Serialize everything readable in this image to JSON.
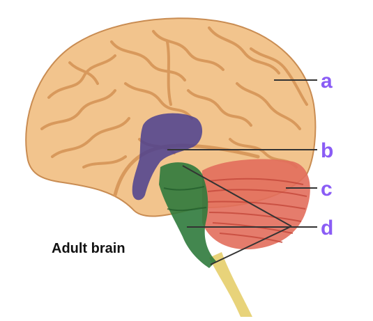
{
  "caption": "Adult brain",
  "labels": [
    {
      "id": "a",
      "text": "a"
    },
    {
      "id": "b",
      "text": "b"
    },
    {
      "id": "c",
      "text": "c"
    },
    {
      "id": "d",
      "text": "d"
    }
  ],
  "colors": {
    "label": "#8a5cf5",
    "leader": "#333333",
    "cerebrum": "#f2c48d",
    "cerebrum_outline": "#c98c52",
    "gyri": "#d8995c",
    "diencephalon": "#4b3f8f",
    "brainstem": "#2f7a3c",
    "cerebellum": "#e26e5c",
    "spinal_cord": "#e8d37a"
  }
}
